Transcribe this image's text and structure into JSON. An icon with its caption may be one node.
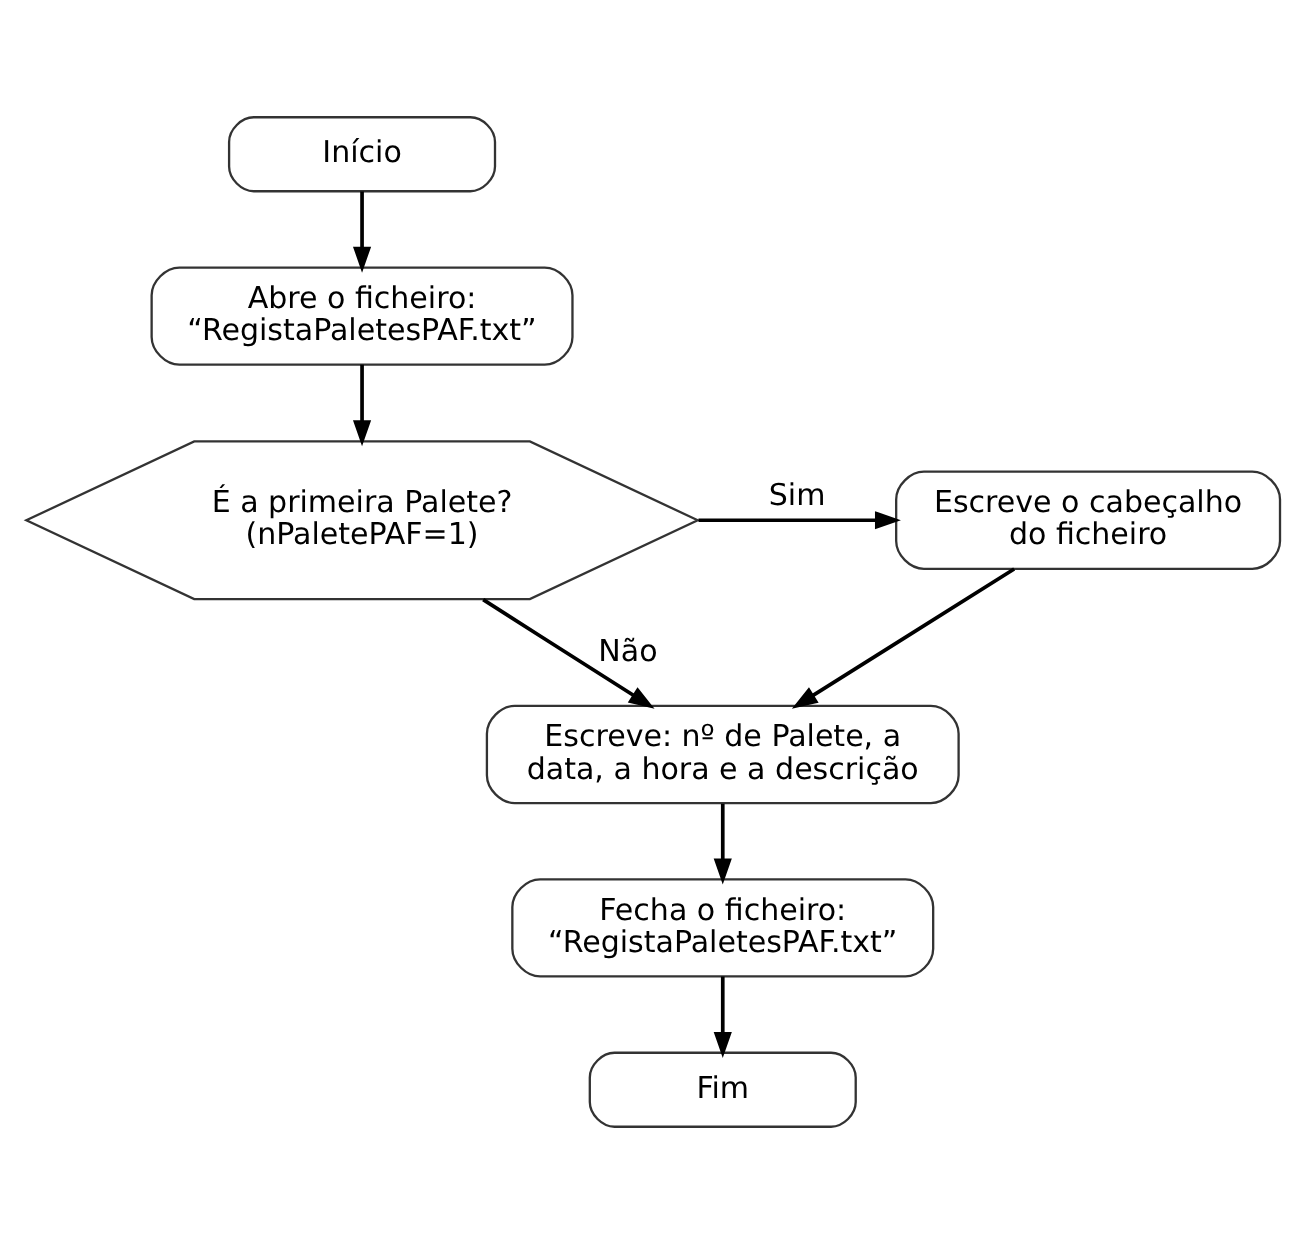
{
  "diagram": {
    "nodes": [
      {
        "text": [
          "Início"
        ]
      },
      {
        "text": [
          "Abre o ficheiro: “RegistaPaletesPAF.txt”"
        ]
      },
      {
        "text": [
          "É a primeira Palete? (nPaletePAF=1)"
        ]
      },
      {
        "text": [
          "Escreve o cabeçalho do ficheiro"
        ]
      },
      {
        "text": [
          "Escreve: nº de Palete, a data, a hora e a descrição"
        ]
      },
      {
        "text": [
          "Fecha o ficheiro: “RegistaPaletesPAF.txt”"
        ]
      },
      {
        "text": [
          "Fim"
        ]
      }
    ],
    "edges": [
      {
        "from": 0,
        "to": 1,
        "arrow": "to"
      },
      {
        "from": 1,
        "to": 2,
        "arrow": "to"
      },
      {
        "from": 2,
        "to": 3,
        "arrow": "to",
        "label": "Sim"
      },
      {
        "from": 2,
        "to": 4,
        "arrow": "to",
        "label": "Não"
      },
      {
        "from": 3,
        "to": 4,
        "arrow": "to"
      },
      {
        "from": 4,
        "to": 5,
        "arrow": "to"
      },
      {
        "from": 5,
        "to": 6,
        "arrow": "to"
      }
    ]
  }
}
